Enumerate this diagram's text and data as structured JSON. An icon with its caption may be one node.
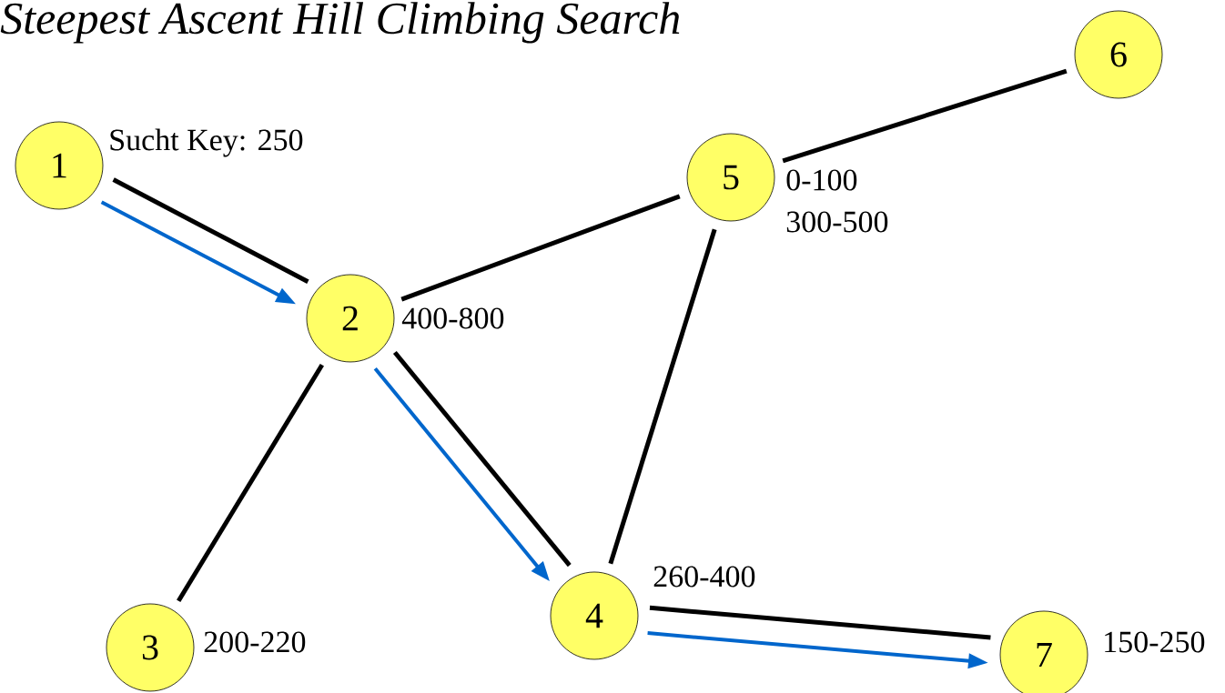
{
  "diagram": {
    "title": "Steepest Ascent Hill Climbing Search",
    "nodes": [
      {
        "text": [
          "1"
        ],
        "beside": [
          "Sucht Key: 250"
        ]
      },
      {
        "text": [
          "2"
        ],
        "beside": [
          "400-800"
        ]
      },
      {
        "text": [
          "3"
        ],
        "beside": [
          "200-220"
        ]
      },
      {
        "text": [
          "4"
        ],
        "beside": [
          "260-400"
        ]
      },
      {
        "text": [
          "5"
        ],
        "beside": [
          "0-100",
          "300-500"
        ]
      },
      {
        "text": [
          "6"
        ]
      },
      {
        "text": [
          "7"
        ],
        "beside": [
          "150-250"
        ]
      }
    ],
    "edges": [
      {
        "from": 0,
        "to": 1,
        "arrow": "none"
      },
      {
        "from": 0,
        "to": 1,
        "arrow": "to",
        "color": "#0066cc"
      },
      {
        "from": 1,
        "to": 4,
        "arrow": "none"
      },
      {
        "from": 4,
        "to": 5,
        "arrow": "none"
      },
      {
        "from": 1,
        "to": 2,
        "arrow": "none"
      },
      {
        "from": 1,
        "to": 3,
        "arrow": "none"
      },
      {
        "from": 1,
        "to": 3,
        "arrow": "to",
        "color": "#0066cc"
      },
      {
        "from": 4,
        "to": 3,
        "arrow": "none"
      },
      {
        "from": 3,
        "to": 6,
        "arrow": "none"
      },
      {
        "from": 3,
        "to": 6,
        "arrow": "to",
        "color": "#0066cc"
      }
    ]
  }
}
